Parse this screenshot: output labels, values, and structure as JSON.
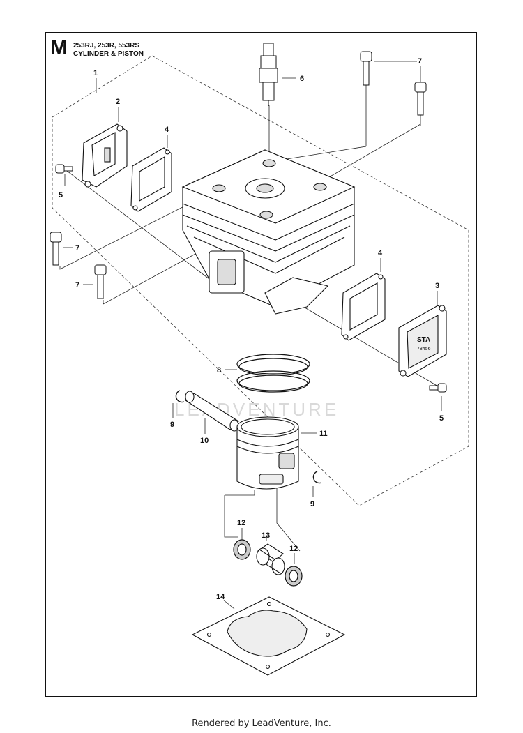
{
  "header": {
    "section_letter": "M",
    "models": "253RJ, 253R, 553RS",
    "title": "CYLINDER & PISTON"
  },
  "watermark": "LEADVENTURE",
  "footer": "Rendered by LeadVenture, Inc.",
  "callouts": {
    "c1": "1",
    "c2": "2",
    "c3": "3",
    "c4a": "4",
    "c4b": "4",
    "c5a": "5",
    "c5b": "5",
    "c6": "6",
    "c7a": "7",
    "c7b": "7",
    "c7c": "7",
    "c8": "8",
    "c9a": "9",
    "c9b": "9",
    "c10": "10",
    "c11": "11",
    "c12a": "12",
    "c12b": "12",
    "c13": "13",
    "c14": "14"
  },
  "part_label": {
    "stamp_line1": "STA",
    "stamp_line2": "78456"
  }
}
